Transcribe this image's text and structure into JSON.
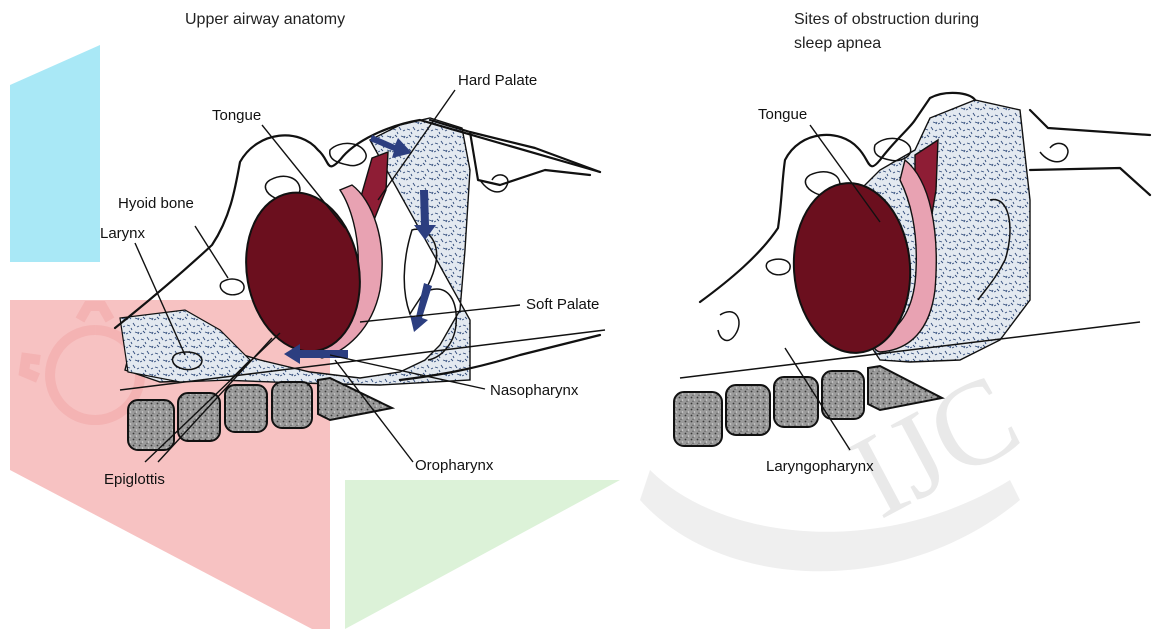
{
  "colors": {
    "tongue": "#6b0f1e",
    "soft_palate": "#e8a2b2",
    "hard_palate": "#8e1d35",
    "tissue_fill": "#dfe6ee",
    "tissue_speckle": "#2f4a7a",
    "arrow": "#2c3e80",
    "watermark_cyan": "#a9e8f6",
    "watermark_red": "#f6b6b6",
    "watermark_green": "#d8f0d4",
    "watermark_gray": "#ececec",
    "vertebra_fill": "#8a8a8a"
  },
  "left_panel": {
    "title": "Upper airway anatomy",
    "labels": {
      "hard_palate": "Hard Palate",
      "tongue": "Tongue",
      "hyoid_bone": "Hyoid bone",
      "larynx": "Larynx",
      "soft_palate": "Soft Palate",
      "nasopharynx": "Nasopharynx",
      "oropharynx": "Oropharynx",
      "epiglottis": "Epiglottis"
    },
    "arrows": [
      "airflow-arrow",
      "airflow-arrow",
      "airflow-arrow",
      "airflow-arrow"
    ]
  },
  "right_panel": {
    "title_line1": "Sites of obstruction during",
    "title_line2": "sleep apnea",
    "labels": {
      "tongue": "Tongue",
      "laryngopharynx": "Laryngopharynx"
    }
  },
  "watermark": {
    "text": "IJC"
  }
}
